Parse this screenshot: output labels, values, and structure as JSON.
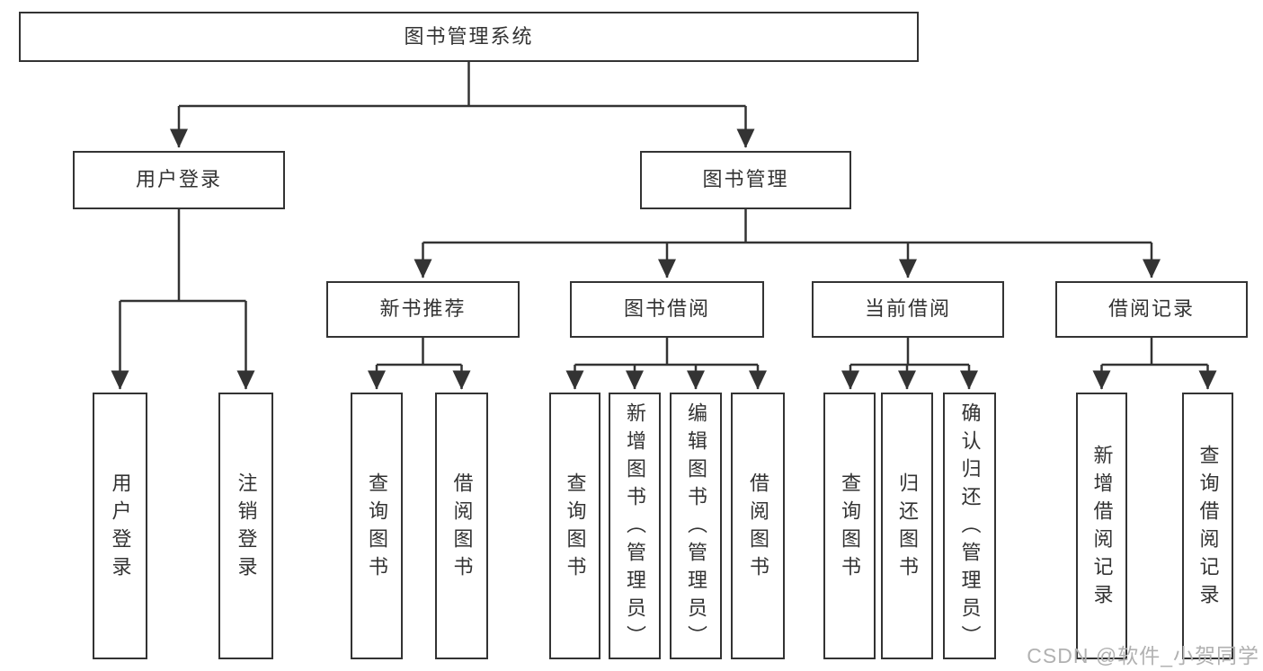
{
  "diagram": {
    "type": "hierarchy",
    "title": "图书管理系统"
  },
  "tree": {
    "root": {
      "label": "图书管理系统",
      "children": [
        {
          "label": "用户登录",
          "children": [
            {
              "label": "用户登录"
            },
            {
              "label": "注销登录"
            }
          ]
        },
        {
          "label": "图书管理",
          "children": [
            {
              "label": "新书推荐",
              "children": [
                {
                  "label": "查询图书"
                },
                {
                  "label": "借阅图书"
                }
              ]
            },
            {
              "label": "图书借阅",
              "children": [
                {
                  "label": "查询图书"
                },
                {
                  "label": "新增图书（管理员）"
                },
                {
                  "label": "编辑图书（管理员）"
                },
                {
                  "label": "借阅图书"
                }
              ]
            },
            {
              "label": "当前借阅",
              "children": [
                {
                  "label": "查询图书"
                },
                {
                  "label": "归还图书"
                },
                {
                  "label": "确认归还（管理员）"
                }
              ]
            },
            {
              "label": "借阅记录",
              "children": [
                {
                  "label": "新增借阅记录"
                },
                {
                  "label": "查询借阅记录"
                }
              ]
            }
          ]
        }
      ]
    }
  },
  "watermark": {
    "text": "CSDN @软件_小贺同学",
    "color": "#b1b1b1"
  },
  "colors": {
    "line": "#333333",
    "node_border": "#333333",
    "text": "#333333",
    "background": "#ffffff"
  }
}
